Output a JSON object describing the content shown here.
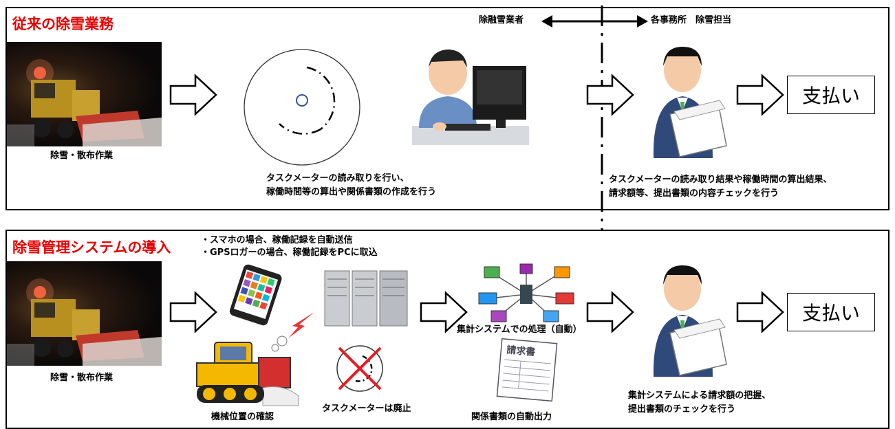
{
  "top": {
    "title": "従来の除雪業務",
    "photo_caption": "除雪・散布作業",
    "meter_text": [
      "タスクメーターの読み取りを行い、",
      "稼働時間等の算出や関係書類の作成を行う"
    ],
    "check_text": [
      "タスクメーターの読み取り結果や稼働時間の算出結果、",
      "請求額等、提出書類の内容チェックを行う"
    ],
    "payment": "支払い"
  },
  "divider": {
    "left_label": "除融雪業者",
    "right_label": "各事務所　除雪担当"
  },
  "bottom": {
    "title": "除雪管理システムの導入",
    "notes": [
      "・スマホの場合、稼働記録を自動送信",
      "・GPSロガーの場合、稼働記録をPCに取込"
    ],
    "photo_caption": "除雪・散布作業",
    "machine_caption": "機械位置の確認",
    "meter_abolished": "タスクメーターは廃止",
    "system_caption": "集計システムでの処理（自動）",
    "docs_caption": "関係書類の自動出力",
    "invoice_label": "請求書",
    "check_text": [
      "集計システムによる請求額の把握、",
      "提出書類のチェックを行う"
    ],
    "payment": "支払い"
  },
  "colors": {
    "title_red": "#e60000",
    "cross_red": "#e51c23",
    "worker_shirt": "#6a8fc4",
    "suit": "#2f4a7a"
  }
}
